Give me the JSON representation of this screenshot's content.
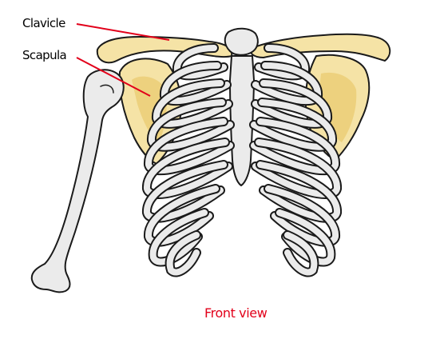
{
  "labels": {
    "clavicle": "Clavicle",
    "scapula": "Scapula",
    "view_caption": "Front view"
  },
  "colors": {
    "highlight_bone": "#f5e3a6",
    "bone": "#ebebeb",
    "outline": "#1a1a1a",
    "leader_line": "#e2001a",
    "caption": "#e2001a"
  }
}
